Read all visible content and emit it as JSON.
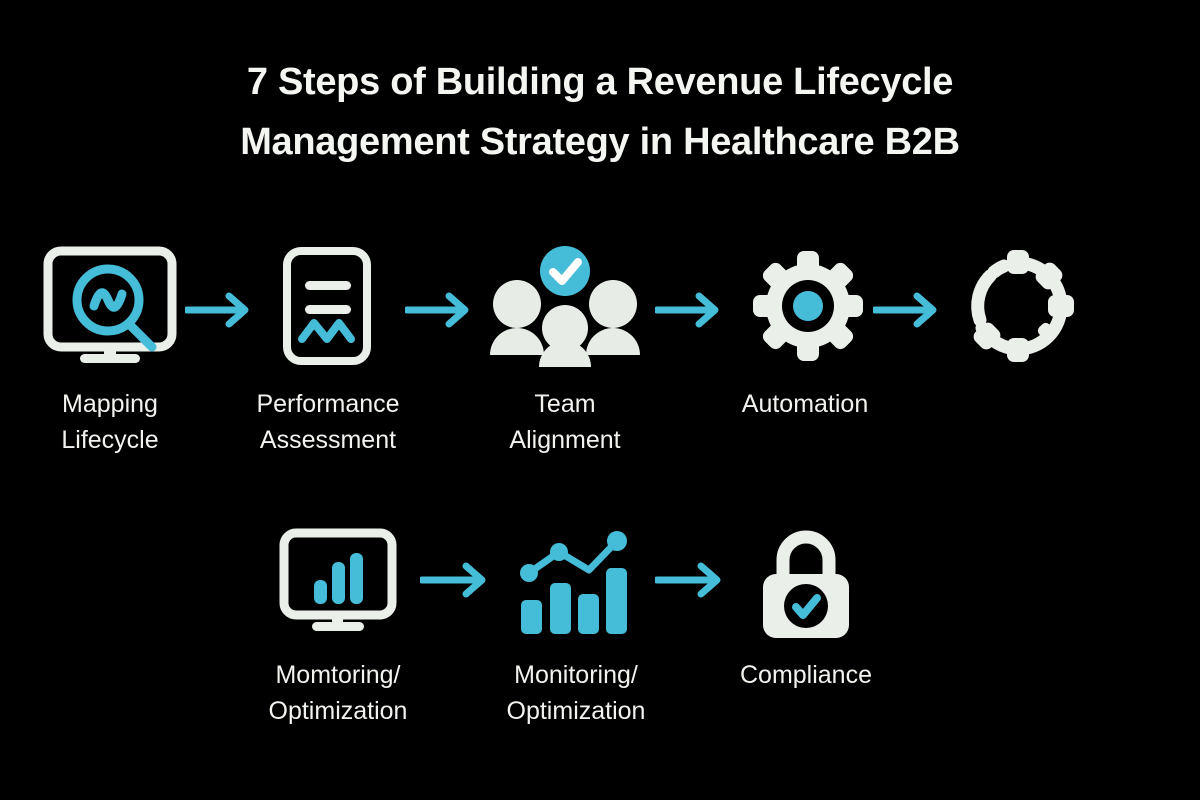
{
  "theme": {
    "background": "#000000",
    "icon_light": "#eaefe9",
    "accent_cyan": "#45bdd8",
    "text_color": "#f2f4f1"
  },
  "title": {
    "line1": "7 Steps of Building a Revenue Lifecycle",
    "line2": "Management Strategy in Healthcare B2B"
  },
  "steps": [
    {
      "id": "mapping-lifecycle",
      "icon": "monitor-magnifier-icon",
      "label": "Mapping\nLifecycle",
      "row": "top",
      "order": 1
    },
    {
      "id": "performance-assessment",
      "icon": "document-chart-icon",
      "label": "Performance\nAssessment",
      "row": "top",
      "order": 2
    },
    {
      "id": "team-alignment",
      "icon": "team-check-icon",
      "label": "Team\nAlignment",
      "row": "top",
      "order": 3
    },
    {
      "id": "automation",
      "icon": "gear-icon",
      "label": "Automation",
      "row": "top",
      "order": 4
    },
    {
      "id": "partial-gear-step",
      "icon": "broken-gear-icon",
      "label": "",
      "row": "top",
      "order": 5
    },
    {
      "id": "momtoring-optimization",
      "icon": "monitor-bars-icon",
      "label": "Momtoring/\nOptimization",
      "row": "bottom",
      "order": 6
    },
    {
      "id": "monitoring-optimization",
      "icon": "bar-chart-trend-icon",
      "label": "Monitoring/\nOptimization",
      "row": "bottom",
      "order": 7
    },
    {
      "id": "compliance",
      "icon": "lock-check-icon",
      "label": "Compliance",
      "row": "bottom",
      "order": 8
    }
  ],
  "arrows": [
    {
      "id": "arrow-1",
      "row": "top"
    },
    {
      "id": "arrow-2",
      "row": "top"
    },
    {
      "id": "arrow-3",
      "row": "top"
    },
    {
      "id": "arrow-4",
      "row": "top"
    },
    {
      "id": "arrow-5",
      "row": "bottom"
    },
    {
      "id": "arrow-6",
      "row": "bottom"
    }
  ]
}
